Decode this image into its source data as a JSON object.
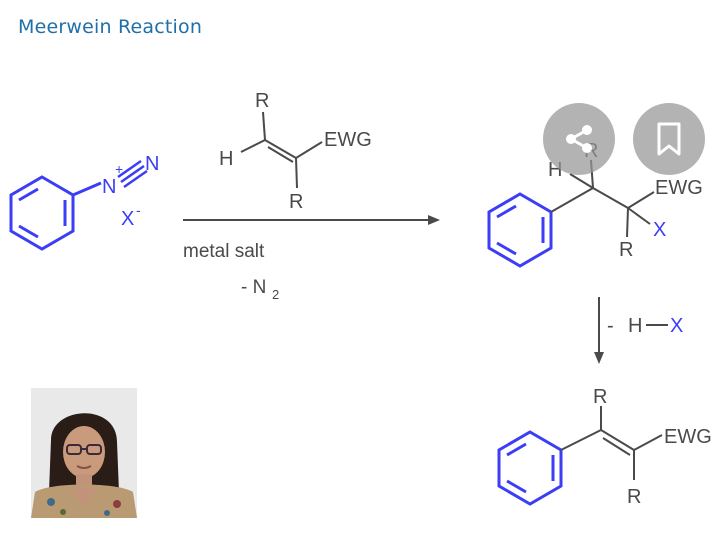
{
  "title": "Meerwein Reaction",
  "colors": {
    "title": "#1f6fa8",
    "ring": "#3b3ef5",
    "text": "#4a4a4a"
  },
  "scheme": {
    "reactant": {
      "n_plus": "N",
      "plus": "+",
      "n_end": "N",
      "counterion": "X",
      "counterion_charge": "-"
    },
    "alkene": {
      "r_top": "R",
      "h": "H",
      "ewg": "EWG",
      "r_bottom": "R"
    },
    "conditions": {
      "reagent": "metal salt",
      "loss": "- N",
      "loss_sub": "2"
    },
    "product1": {
      "h": "H",
      "r_top": "R",
      "ewg": "EWG",
      "x": "X",
      "r_bottom": "R"
    },
    "elimination": {
      "minus": "-",
      "h": "H",
      "x": "X"
    },
    "product2": {
      "r_top": "R",
      "ewg": "EWG",
      "r_bottom": "R"
    }
  },
  "buttons": {
    "share_icon": "share-icon",
    "bookmark_icon": "bookmark-icon"
  },
  "photo": {
    "description_icon": "presenter-portrait"
  }
}
